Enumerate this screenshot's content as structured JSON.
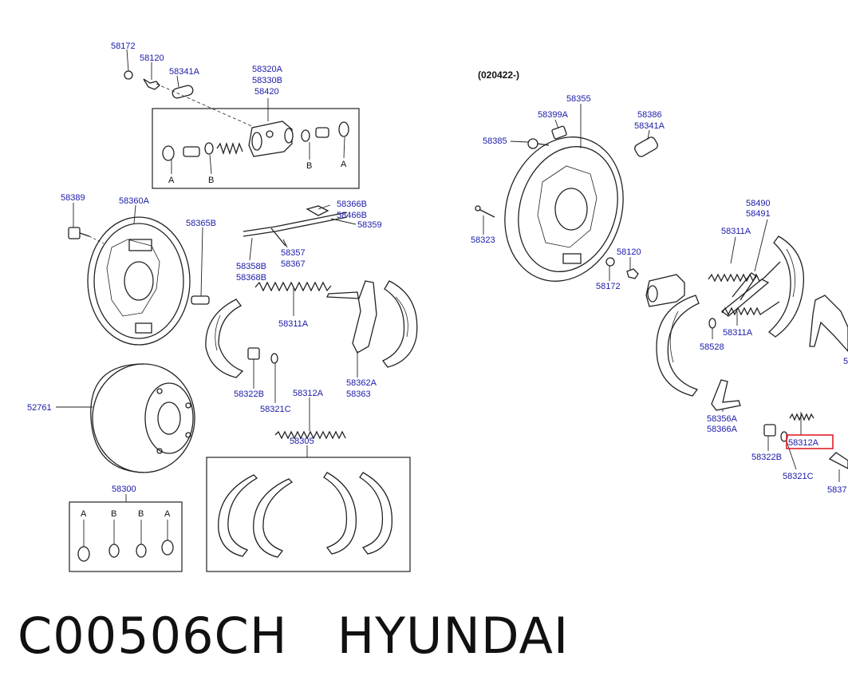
{
  "caption": {
    "code": "C00506CH",
    "brand": "HYUNDAI"
  },
  "variant_label": "(020422-)",
  "highlight_color": "#e0202a",
  "label_color": "#1a1aa8",
  "highlighted_part": "58312A",
  "left_assembly": {
    "labels": {
      "p58172": "58172",
      "p58120": "58120",
      "p58341A": "58341A",
      "cyl1": "58320A",
      "cyl2": "58330B",
      "cyl3": "58420",
      "kitA1": "A",
      "kitB1": "B",
      "kitB2": "B",
      "kitA2": "A",
      "p58389": "58389",
      "p58360A": "58360A",
      "p58365B": "58365B",
      "p58366B": "58366B",
      "p58466B": "58466B",
      "p58359": "58359",
      "p58357": "58357",
      "p58367": "58367",
      "p58358B": "58358B",
      "p58368B": "58368B",
      "p58311A": "58311A",
      "p58362A": "58362A",
      "p58363": "58363",
      "p58322B": "58322B",
      "p58321C": "58321C",
      "p58312A": "58312A",
      "p52761": "52761",
      "p58305": "58305",
      "p58300": "58300",
      "rkA1": "A",
      "rkB1": "B",
      "rkB2": "B",
      "rkA2": "A"
    }
  },
  "right_assembly": {
    "labels": {
      "p58355": "58355",
      "p58399A": "58399A",
      "p58386": "58386",
      "p58341A": "58341A",
      "p58385": "58385",
      "p58323": "58323",
      "p58120": "58120",
      "p58172": "58172",
      "p58490": "58490",
      "p58491": "58491",
      "p58311A_top": "58311A",
      "p58311A_bot": "58311A",
      "p58528": "58528",
      "p58356A": "58356A",
      "p58366A": "58366A",
      "p58312A": "58312A",
      "p58322B": "58322B",
      "p58321C": "58321C",
      "p5837x": "5837",
      "p5_edge": "5"
    }
  }
}
